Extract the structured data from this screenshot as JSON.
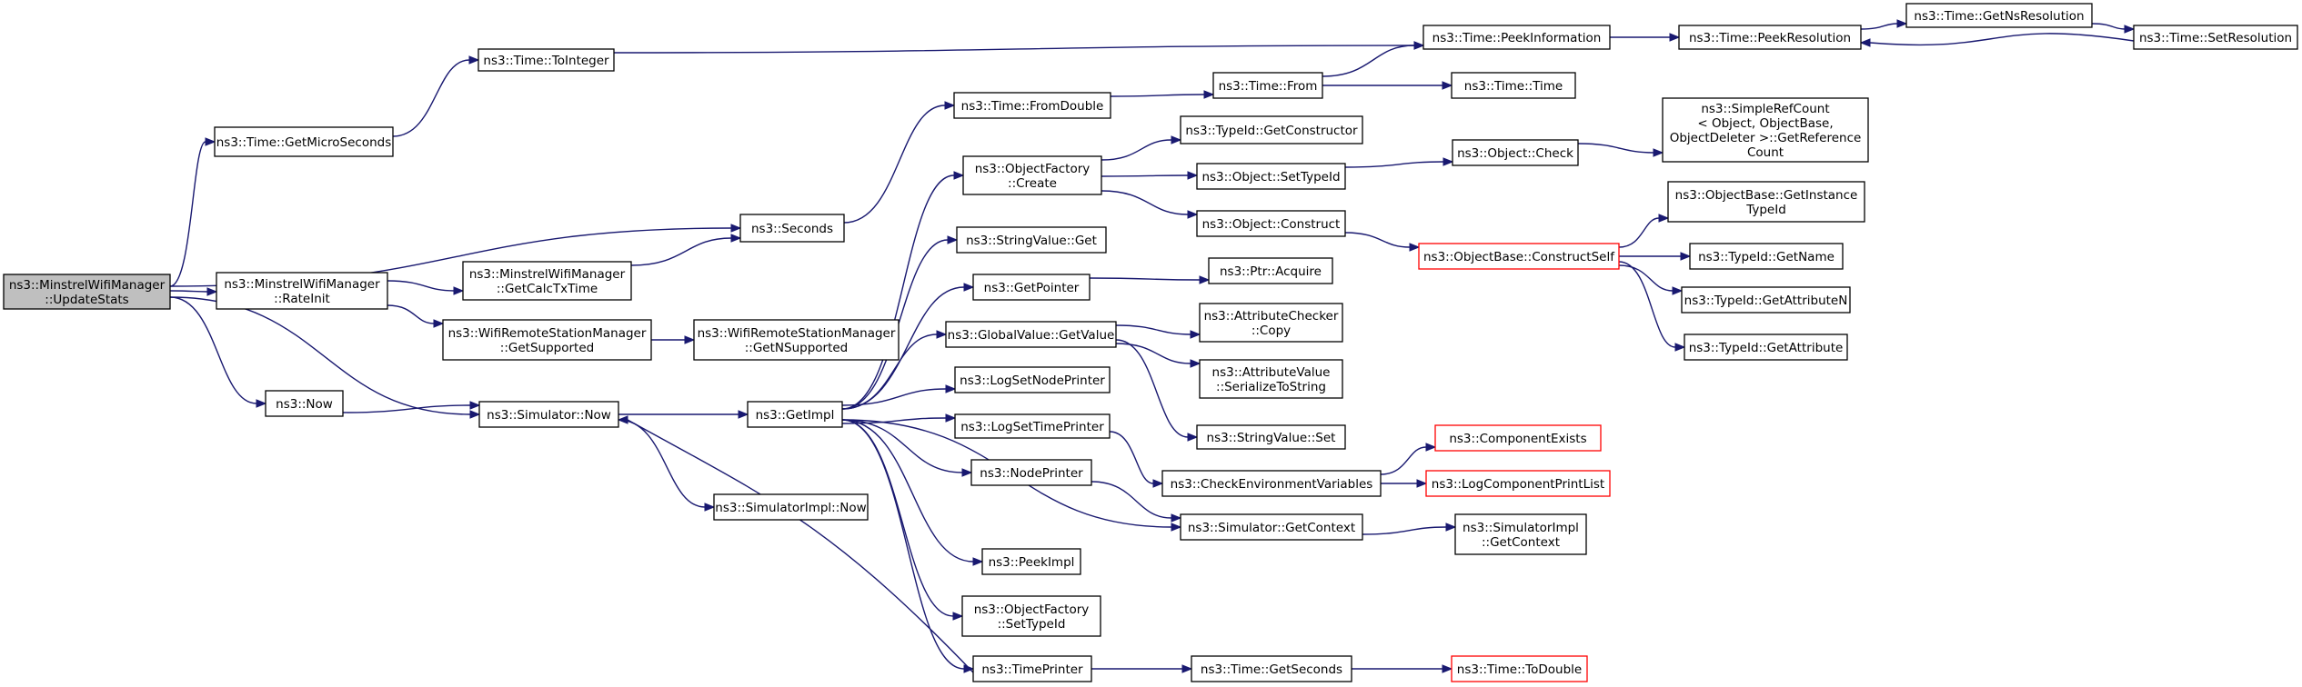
{
  "nodes": [
    {
      "id": "root",
      "lines": [
        "ns3::MinstrelWifiManager",
        "::UpdateStats"
      ],
      "root": true,
      "interactable": false
    },
    {
      "id": "getmicro",
      "lines": [
        "ns3::Time::GetMicroSeconds"
      ]
    },
    {
      "id": "tointeger",
      "lines": [
        "ns3::Time::ToInteger"
      ]
    },
    {
      "id": "peekinfo",
      "lines": [
        "ns3::Time::PeekInformation"
      ]
    },
    {
      "id": "peekres",
      "lines": [
        "ns3::Time::PeekResolution"
      ]
    },
    {
      "id": "getnsres",
      "lines": [
        "ns3::Time::GetNsResolution"
      ]
    },
    {
      "id": "setres",
      "lines": [
        "ns3::Time::SetResolution"
      ]
    },
    {
      "id": "seconds",
      "lines": [
        "ns3::Seconds"
      ]
    },
    {
      "id": "fromdouble",
      "lines": [
        "ns3::Time::FromDouble"
      ]
    },
    {
      "id": "timefrom",
      "lines": [
        "ns3::Time::From"
      ]
    },
    {
      "id": "timetime",
      "lines": [
        "ns3::Time::Time"
      ]
    },
    {
      "id": "rateinit",
      "lines": [
        "ns3::MinstrelWifiManager",
        "::RateInit"
      ]
    },
    {
      "id": "getcalc",
      "lines": [
        "ns3::MinstrelWifiManager",
        "::GetCalcTxTime"
      ]
    },
    {
      "id": "getsupported",
      "lines": [
        "ns3::WifiRemoteStationManager",
        "::GetSupported"
      ]
    },
    {
      "id": "getnsupported",
      "lines": [
        "ns3::WifiRemoteStationManager",
        "::GetNSupported"
      ]
    },
    {
      "id": "now",
      "lines": [
        "ns3::Now"
      ]
    },
    {
      "id": "simnow",
      "lines": [
        "ns3::Simulator::Now"
      ]
    },
    {
      "id": "simimplnow",
      "lines": [
        "ns3::SimulatorImpl::Now"
      ]
    },
    {
      "id": "getimpl",
      "lines": [
        "ns3::GetImpl"
      ]
    },
    {
      "id": "ofcreate",
      "lines": [
        "ns3::ObjectFactory",
        "::Create"
      ]
    },
    {
      "id": "getconstructor",
      "lines": [
        "ns3::TypeId::GetConstructor"
      ]
    },
    {
      "id": "objsettypeid",
      "lines": [
        "ns3::Object::SetTypeId"
      ]
    },
    {
      "id": "objcheck",
      "lines": [
        "ns3::Object::Check"
      ]
    },
    {
      "id": "simplerefcount",
      "lines": [
        "ns3::SimpleRefCount",
        "< Object, ObjectBase,",
        "ObjectDeleter >::GetReference",
        "Count"
      ]
    },
    {
      "id": "objconstruct",
      "lines": [
        "ns3::Object::Construct"
      ]
    },
    {
      "id": "constructself",
      "lines": [
        "ns3::ObjectBase::ConstructSelf"
      ],
      "truncated": true
    },
    {
      "id": "getinstancetypeid",
      "lines": [
        "ns3::ObjectBase::GetInstance",
        "TypeId"
      ]
    },
    {
      "id": "getname",
      "lines": [
        "ns3::TypeId::GetName"
      ]
    },
    {
      "id": "getattributen",
      "lines": [
        "ns3::TypeId::GetAttributeN"
      ]
    },
    {
      "id": "getattribute",
      "lines": [
        "ns3::TypeId::GetAttribute"
      ]
    },
    {
      "id": "stringget",
      "lines": [
        "ns3::StringValue::Get"
      ]
    },
    {
      "id": "getpointer",
      "lines": [
        "ns3::GetPointer"
      ]
    },
    {
      "id": "ptracquire",
      "lines": [
        "ns3::Ptr::Acquire"
      ]
    },
    {
      "id": "gvgetvalue",
      "lines": [
        "ns3::GlobalValue::GetValue"
      ]
    },
    {
      "id": "attrcheckercopy",
      "lines": [
        "ns3::AttributeChecker",
        "::Copy"
      ]
    },
    {
      "id": "attrvalueser",
      "lines": [
        "ns3::AttributeValue",
        "::SerializeToString"
      ]
    },
    {
      "id": "stringset",
      "lines": [
        "ns3::StringValue::Set"
      ]
    },
    {
      "id": "lognodeprinter",
      "lines": [
        "ns3::LogSetNodePrinter"
      ]
    },
    {
      "id": "logtimeprinter",
      "lines": [
        "ns3::LogSetTimePrinter"
      ]
    },
    {
      "id": "checkenv",
      "lines": [
        "ns3::CheckEnvironmentVariables"
      ]
    },
    {
      "id": "componentexists",
      "lines": [
        "ns3::ComponentExists"
      ],
      "truncated": true
    },
    {
      "id": "logcomponentprintlist",
      "lines": [
        "ns3::LogComponentPrintList"
      ],
      "truncated": true
    },
    {
      "id": "nodeprinter",
      "lines": [
        "ns3::NodePrinter"
      ]
    },
    {
      "id": "simgetcontext",
      "lines": [
        "ns3::Simulator::GetContext"
      ]
    },
    {
      "id": "simimplgetcontext",
      "lines": [
        "ns3::SimulatorImpl",
        "::GetContext"
      ]
    },
    {
      "id": "peekimpl",
      "lines": [
        "ns3::PeekImpl"
      ]
    },
    {
      "id": "ofsettypeid",
      "lines": [
        "ns3::ObjectFactory",
        "::SetTypeId"
      ]
    },
    {
      "id": "timeprinter",
      "lines": [
        "ns3::TimePrinter"
      ]
    },
    {
      "id": "getseconds",
      "lines": [
        "ns3::Time::GetSeconds"
      ]
    },
    {
      "id": "todouble",
      "lines": [
        "ns3::Time::ToDouble"
      ],
      "truncated": true
    }
  ],
  "edges": [
    [
      "root",
      "getmicro"
    ],
    [
      "root",
      "seconds"
    ],
    [
      "root",
      "rateinit"
    ],
    [
      "root",
      "now"
    ],
    [
      "root",
      "simnow"
    ],
    [
      "getmicro",
      "tointeger"
    ],
    [
      "tointeger",
      "peekinfo"
    ],
    [
      "peekinfo",
      "peekres"
    ],
    [
      "peekres",
      "getnsres"
    ],
    [
      "getnsres",
      "setres"
    ],
    [
      "setres",
      "peekres"
    ],
    [
      "seconds",
      "fromdouble"
    ],
    [
      "fromdouble",
      "timefrom"
    ],
    [
      "timefrom",
      "peekinfo"
    ],
    [
      "timefrom",
      "timetime"
    ],
    [
      "rateinit",
      "getcalc"
    ],
    [
      "rateinit",
      "getsupported"
    ],
    [
      "getcalc",
      "seconds"
    ],
    [
      "getsupported",
      "getnsupported"
    ],
    [
      "now",
      "simnow"
    ],
    [
      "simnow",
      "getimpl"
    ],
    [
      "simnow",
      "simimplnow"
    ],
    [
      "getimpl",
      "ofcreate"
    ],
    [
      "getimpl",
      "stringget"
    ],
    [
      "getimpl",
      "getpointer"
    ],
    [
      "getimpl",
      "gvgetvalue"
    ],
    [
      "getimpl",
      "lognodeprinter"
    ],
    [
      "getimpl",
      "logtimeprinter"
    ],
    [
      "getimpl",
      "nodeprinter"
    ],
    [
      "getimpl",
      "simgetcontext"
    ],
    [
      "getimpl",
      "peekimpl"
    ],
    [
      "getimpl",
      "ofsettypeid"
    ],
    [
      "getimpl",
      "timeprinter"
    ],
    [
      "ofcreate",
      "getconstructor"
    ],
    [
      "ofcreate",
      "objsettypeid"
    ],
    [
      "ofcreate",
      "objconstruct"
    ],
    [
      "objsettypeid",
      "objcheck"
    ],
    [
      "objcheck",
      "simplerefcount"
    ],
    [
      "objconstruct",
      "constructself"
    ],
    [
      "constructself",
      "getinstancetypeid"
    ],
    [
      "constructself",
      "getname"
    ],
    [
      "constructself",
      "getattributen"
    ],
    [
      "constructself",
      "getattribute"
    ],
    [
      "getpointer",
      "ptracquire"
    ],
    [
      "gvgetvalue",
      "attrcheckercopy"
    ],
    [
      "gvgetvalue",
      "attrvalueser"
    ],
    [
      "gvgetvalue",
      "stringset"
    ],
    [
      "logtimeprinter",
      "checkenv"
    ],
    [
      "checkenv",
      "componentexists"
    ],
    [
      "checkenv",
      "logcomponentprintlist"
    ],
    [
      "nodeprinter",
      "simgetcontext"
    ],
    [
      "simgetcontext",
      "simimplgetcontext"
    ],
    [
      "timeprinter",
      "simnow"
    ],
    [
      "timeprinter",
      "getseconds"
    ],
    [
      "getseconds",
      "todouble"
    ]
  ]
}
